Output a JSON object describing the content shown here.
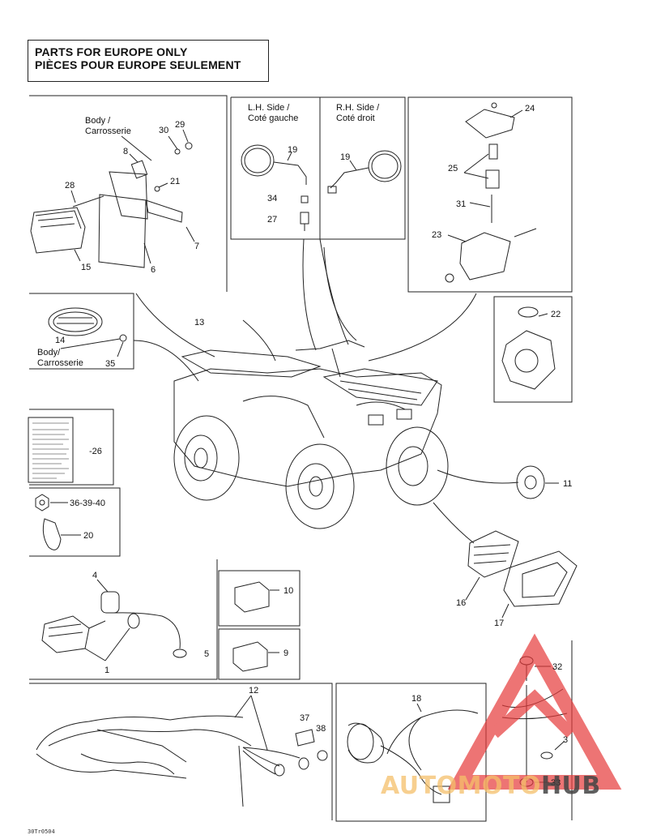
{
  "header": {
    "line1": "PARTS FOR EUROPE ONLY",
    "line2": "PIÈCES POUR EUROPE SEULEMENT"
  },
  "side_labels": {
    "body_top": "Body /",
    "carrosserie_top": "Carrosserie",
    "lh_side": "L.H. Side /",
    "lh_cote": "Coté gauche",
    "rh_side": "R.H. Side /",
    "rh_cote": "Coté droit",
    "body_left": "Body/",
    "carrosserie_left": "Carrosserie"
  },
  "callouts": {
    "c1": "1",
    "c3": "3",
    "c4": "4",
    "c5": "5",
    "c6": "6",
    "c7": "7",
    "c8": "8",
    "c9": "9",
    "c10": "10",
    "c11": "11",
    "c12": "12",
    "c13": "13",
    "c14": "14",
    "c15": "15",
    "c16": "16",
    "c17": "17",
    "c18": "18",
    "c19a": "19",
    "c19b": "19",
    "c20": "20",
    "c21": "21",
    "c22": "22",
    "c23": "23",
    "c24": "24",
    "c25": "25",
    "c26": "-26",
    "c27": "27",
    "c28": "28",
    "c29": "29",
    "c30": "30",
    "c31": "31",
    "c32": "32",
    "c33": "33",
    "c34": "34",
    "c35": "35",
    "c36": "36-39-40",
    "c37": "37",
    "c38": "38"
  },
  "drawing_code": "30Tr0504",
  "watermark": {
    "part1": "AUTOMOTO",
    "part2": "HUB"
  },
  "colors": {
    "line": "#222222",
    "watermark_red": "#e63a3a",
    "watermark_orange": "#f5c06a"
  }
}
